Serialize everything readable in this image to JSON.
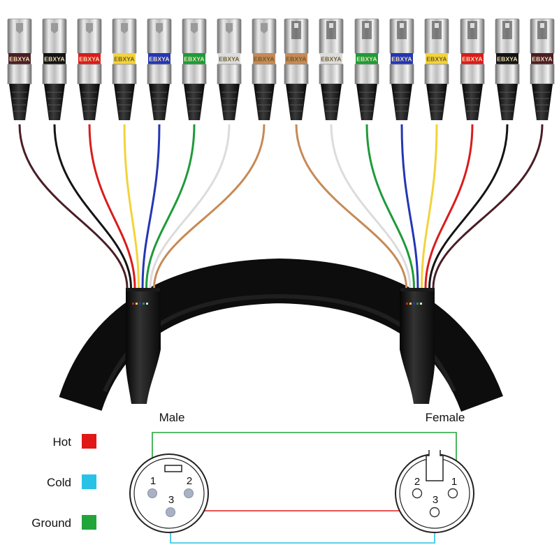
{
  "brand": "EBXYA",
  "wire_colors": [
    "#4a1e26",
    "#141414",
    "#d91c1c",
    "#f2d33b",
    "#2436b4",
    "#1f9a3a",
    "#dcdcdc",
    "#c68a56"
  ],
  "connector_labels": {
    "male": "Male",
    "female": "Female"
  },
  "legend": [
    {
      "label": "Hot",
      "color": "#e01818"
    },
    {
      "label": "Cold",
      "color": "#27c2e6"
    },
    {
      "label": "Ground",
      "color": "#21a539"
    }
  ],
  "male_pins": [
    "1",
    "2",
    "3"
  ],
  "female_pins": [
    "2",
    "1",
    "3"
  ]
}
